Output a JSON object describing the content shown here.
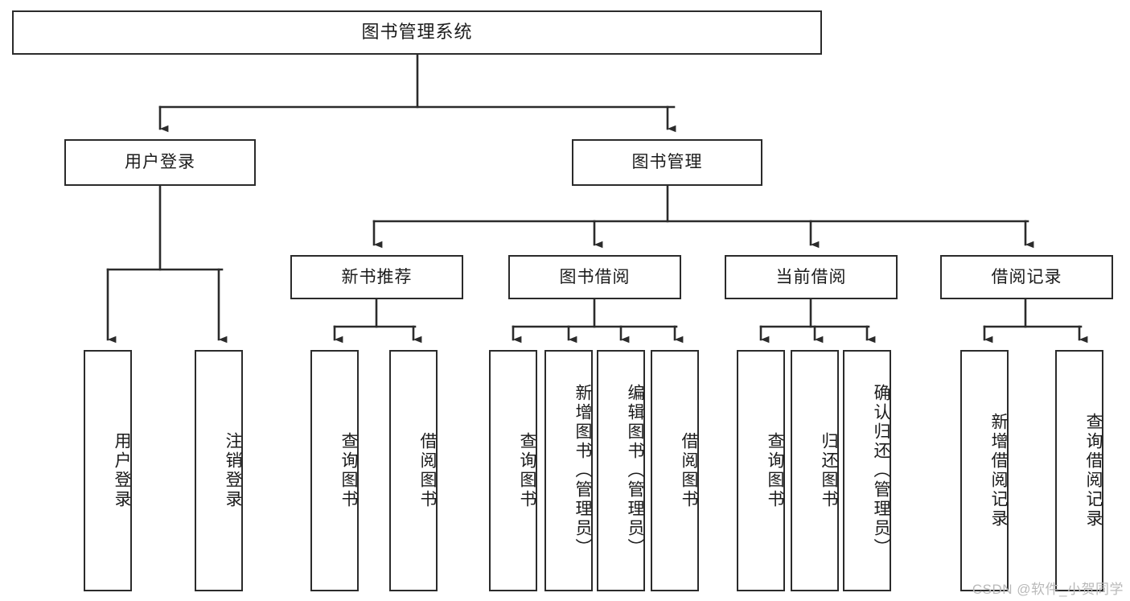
{
  "diagram": {
    "type": "tree-hierarchy",
    "title": "图书管理系统",
    "accent_color": "#2b2b2b",
    "background_color": "#ffffff",
    "nodes": {
      "root": {
        "label": "图书管理系统"
      },
      "level2": [
        {
          "id": "user-login",
          "label": "用户登录"
        },
        {
          "id": "book-manage",
          "label": "图书管理"
        }
      ],
      "level3": [
        {
          "id": "new-book-rec",
          "label": "新书推荐"
        },
        {
          "id": "book-borrow",
          "label": "图书借阅"
        },
        {
          "id": "current-borrow",
          "label": "当前借阅"
        },
        {
          "id": "borrow-record",
          "label": "借阅记录"
        }
      ],
      "leaves": {
        "user_login": [
          {
            "id": "leaf-user-login",
            "label": "用户登录"
          },
          {
            "id": "leaf-user-logout",
            "label": "注销登录"
          }
        ],
        "new_book_rec": [
          {
            "id": "leaf-query-book-1",
            "label": "查询图书"
          },
          {
            "id": "leaf-borrow-book-1",
            "label": "借阅图书"
          }
        ],
        "book_borrow": [
          {
            "id": "leaf-query-book-2",
            "label": "查询图书"
          },
          {
            "id": "leaf-add-book",
            "label": "新增图书（管理员）"
          },
          {
            "id": "leaf-edit-book",
            "label": "编辑图书（管理员）"
          },
          {
            "id": "leaf-borrow-book-2",
            "label": "借阅图书"
          }
        ],
        "current_borrow": [
          {
            "id": "leaf-query-book-3",
            "label": "查询图书"
          },
          {
            "id": "leaf-return-book",
            "label": "归还图书"
          },
          {
            "id": "leaf-confirm-return",
            "label": "确认归还（管理员）"
          }
        ],
        "borrow_record": [
          {
            "id": "leaf-add-record",
            "label": "新增借阅记录"
          },
          {
            "id": "leaf-query-record",
            "label": "查询借阅记录"
          }
        ]
      }
    },
    "watermark": "CSDN @软件_小贺同学"
  }
}
